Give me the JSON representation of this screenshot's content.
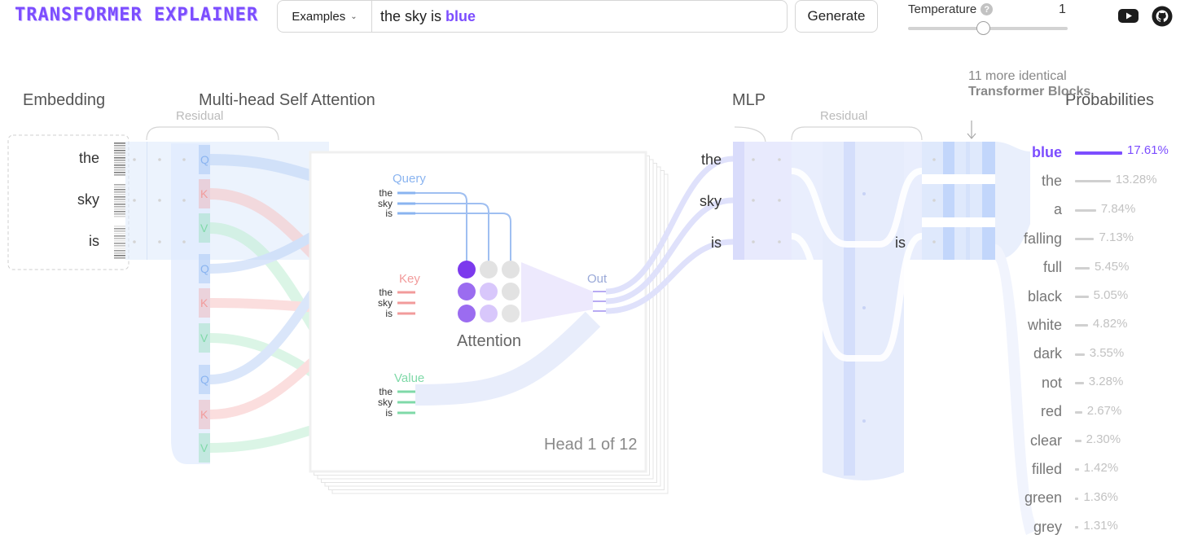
{
  "header": {
    "logo_text": "TRANSFORMER EXPLAINER",
    "examples_label": "Examples",
    "prompt_input": "the sky is",
    "prompt_prediction": "blue",
    "generate_label": "Generate",
    "temperature_label": "Temperature",
    "temperature_help": "?",
    "temperature_value": "1",
    "temperature_fraction": 0.47
  },
  "sections": {
    "embedding": "Embedding",
    "attention": "Multi-head Self Attention",
    "mlp": "MLP",
    "probabilities": "Probabilities",
    "residual_1": "Residual",
    "residual_2": "Residual",
    "more_blocks_prefix": "11 more identical",
    "more_blocks_bold": "Transformer Blocks",
    "more_blocks_suffix": "."
  },
  "tokens": [
    "the",
    "sky",
    "is"
  ],
  "qkv_letters": {
    "q": "Q",
    "k": "K",
    "v": "V"
  },
  "attention": {
    "query_label": "Query",
    "key_label": "Key",
    "value_label": "Value",
    "out_label": "Out",
    "matrix_label": "Attention",
    "head_label": "Head 1 of 12",
    "matrix": [
      [
        1,
        0,
        0
      ],
      [
        0.8,
        0.3,
        0
      ],
      [
        0.7,
        0.3,
        0.2
      ]
    ]
  },
  "probabilities": [
    {
      "word": "blue",
      "pct": "17.61%",
      "value": 17.61
    },
    {
      "word": "the",
      "pct": "13.28%",
      "value": 13.28
    },
    {
      "word": "a",
      "pct": "7.84%",
      "value": 7.84
    },
    {
      "word": "falling",
      "pct": "7.13%",
      "value": 7.13
    },
    {
      "word": "full",
      "pct": "5.45%",
      "value": 5.45
    },
    {
      "word": "black",
      "pct": "5.05%",
      "value": 5.05
    },
    {
      "word": "white",
      "pct": "4.82%",
      "value": 4.82
    },
    {
      "word": "dark",
      "pct": "3.55%",
      "value": 3.55
    },
    {
      "word": "not",
      "pct": "3.28%",
      "value": 3.28
    },
    {
      "word": "red",
      "pct": "2.67%",
      "value": 2.67
    },
    {
      "word": "clear",
      "pct": "2.30%",
      "value": 2.3
    },
    {
      "word": "filled",
      "pct": "1.42%",
      "value": 1.42
    },
    {
      "word": "green",
      "pct": "1.36%",
      "value": 1.36
    },
    {
      "word": "grey",
      "pct": "1.31%",
      "value": 1.31
    }
  ],
  "colors": {
    "accent": "#7c4dff",
    "query": "#8ab4f0",
    "key": "#f29b9b",
    "value": "#7fd9a8",
    "embedding": "#cfe0fb",
    "mlp": "#e3e8fd"
  }
}
